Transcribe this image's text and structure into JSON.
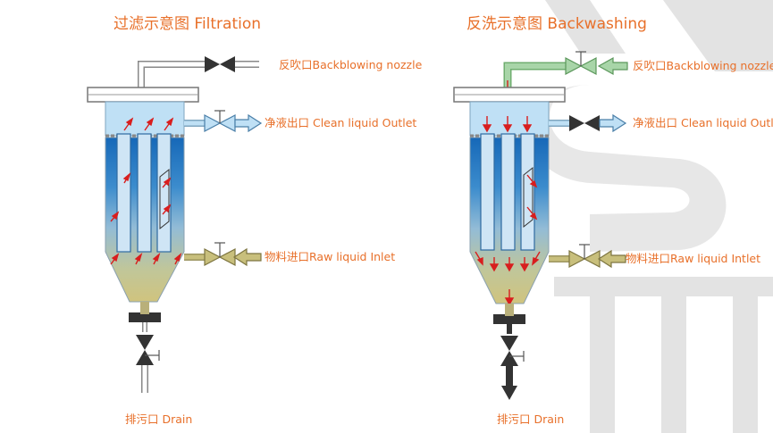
{
  "filtration": {
    "title": "过滤示意图 Filtration",
    "backblowing": "反吹口Backblowing nozzle",
    "clean_outlet": "净液出口 Clean liquid Outlet",
    "raw_inlet": "物料进口Raw liquid Inlet",
    "drain": "排污口 Drain"
  },
  "backwashing": {
    "title": "反洗示意图 Backwashing",
    "backblowing": "反吹口Backblowing nozzle",
    "clean_outlet": "净液出口 Clean liquid Outlet",
    "raw_inlet": "物料进口Raw liquid Intlet",
    "drain": "排污口  Drain"
  },
  "colors": {
    "accent": "#e8702a",
    "clean_liquid": "#bfe0f5",
    "raw_liquid": "#c8bf7c",
    "backwash_pipe": "#a8d5a8",
    "flow_arrow": "#d81e1e"
  }
}
